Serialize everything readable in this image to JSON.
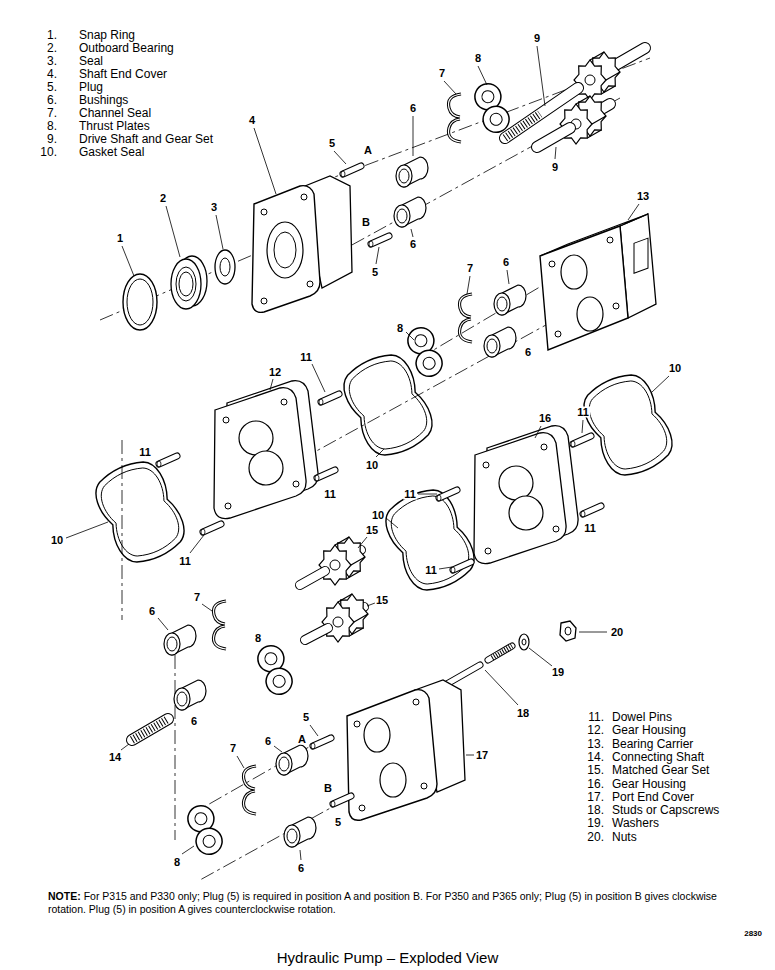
{
  "diagram": {
    "caption": "Hydraulic Pump – Exploded View",
    "labels": [
      "1.",
      "Snap Ring",
      "2.",
      "Outboard Bearing",
      "3.",
      "Seal",
      "4.",
      "Shaft End Cover",
      "5.",
      "Plug",
      "6.",
      "Bushings",
      "7.",
      "Channel Seal",
      "8.",
      "Thrust Plates",
      "9.",
      "Drive Shaft and Gear Set",
      "10.",
      "Gasket Seal",
      "9",
      "8",
      "7",
      "6",
      "4",
      "5",
      "A",
      "9",
      "13",
      "2",
      "3",
      "B",
      "1",
      "6",
      "6",
      "7",
      "5",
      "8",
      "6",
      "11",
      "10",
      "12",
      "11",
      "16",
      "11",
      "10",
      "11",
      "11",
      "10",
      "11",
      "15",
      "10",
      "11",
      "11",
      "7",
      "15",
      "6",
      "20",
      "8",
      "19",
      "18",
      "5",
      "6",
      "A",
      "6",
      "7",
      "17",
      "14",
      "B",
      "5",
      "8",
      "6",
      "11.",
      "Dowel Pins",
      "12.",
      "Gear Housing",
      "13.",
      "Bearing Carrier",
      "14.",
      "Connecting Shaft",
      "15.",
      "Matched Gear Set",
      "16.",
      "Gear Housing",
      "17.",
      "Port End Cover",
      "18.",
      "Studs or Capscrews",
      "19.",
      "Washers",
      "20.",
      "Nuts",
      "NOTE:",
      "For P315 and P330 only; Plug (5) is required in position A and position B. For P350 and P365 only; Plug (5) in position B gives clockwise rotation. Plug (5) in position A gives counterclockwise rotation.",
      "2830"
    ]
  }
}
